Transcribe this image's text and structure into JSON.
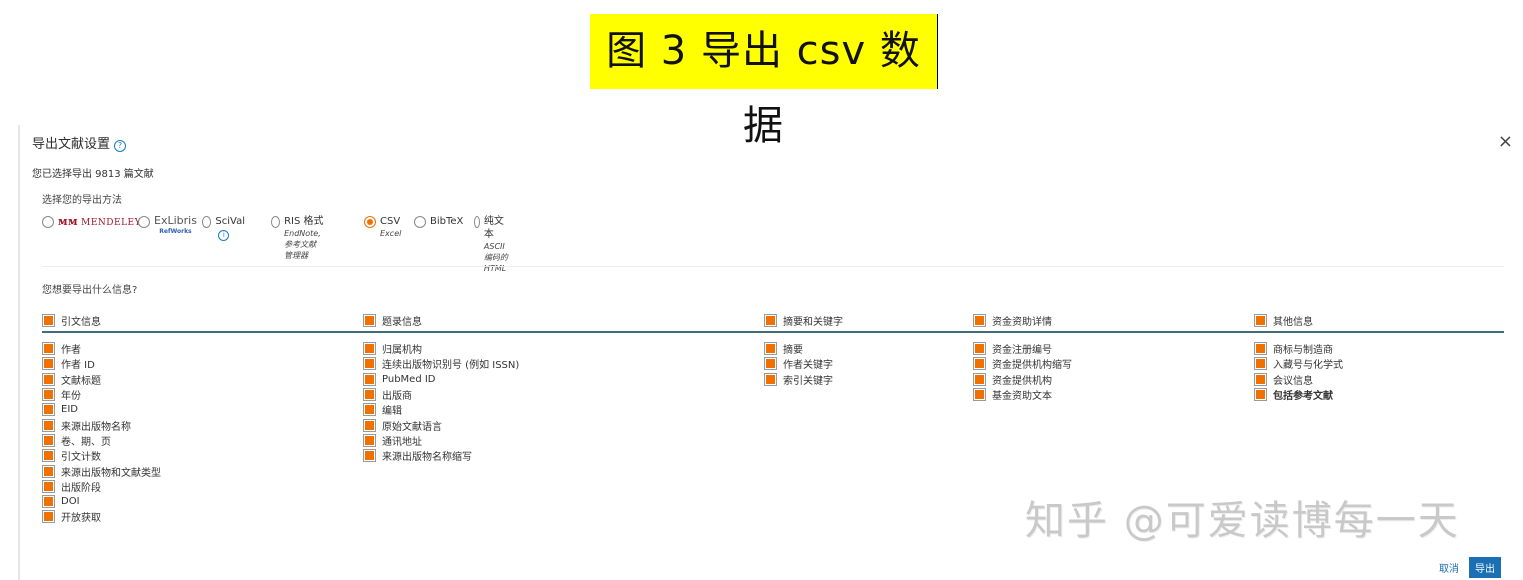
{
  "caption": {
    "text": "图 3 导出 csv 数据",
    "highlight_color": "#ffff00"
  },
  "dialog": {
    "title": "导出文献设置",
    "help_icon": "?",
    "close_icon": "×",
    "selected_count_text": "您已选择导出 9813 篇文献",
    "method_label": "选择您的导出方法",
    "methods": [
      {
        "id": "mendeley",
        "label": "MENDELEY",
        "logo": "ᴍ",
        "selected": false
      },
      {
        "id": "exlibris",
        "label": "ExLibris",
        "sub": "RefWorks",
        "selected": false
      },
      {
        "id": "scival",
        "label": "SciVal",
        "info_icon": "i",
        "selected": false
      },
      {
        "id": "ris",
        "label": "RIS 格式",
        "sub1": "EndNote,",
        "sub2": "参考文献管理器",
        "selected": false
      },
      {
        "id": "csv",
        "label": "CSV",
        "sub": "Excel",
        "selected": true
      },
      {
        "id": "bibtex",
        "label": "BibTeX",
        "selected": false
      },
      {
        "id": "text",
        "label": "纯文本",
        "sub": "ASCII 编码的 HTML",
        "selected": false
      }
    ],
    "what_label": "您想要导出什么信息?",
    "categories": [
      {
        "header": "引文信息",
        "items": [
          "作者",
          "作者 ID",
          "文献标题",
          "年份",
          "EID",
          "来源出版物名称",
          "卷、期、页",
          "引文计数",
          "来源出版物和文献类型",
          "出版阶段",
          "DOI",
          "开放获取"
        ]
      },
      {
        "header": "题录信息",
        "items": [
          "归属机构",
          "连续出版物识别号 (例如 ISSN)",
          "PubMed ID",
          "出版商",
          "编辑",
          "原始文献语言",
          "通讯地址",
          "来源出版物名称缩写"
        ]
      },
      {
        "header": "摘要和关键字",
        "items": [
          "摘要",
          "作者关键字",
          "索引关键字"
        ]
      },
      {
        "header": "资金资助详情",
        "items": [
          "资金注册编号",
          "资金提供机构缩写",
          "资金提供机构",
          "基金资助文本"
        ]
      },
      {
        "header": "其他信息",
        "items": [
          "商标与制造商",
          "入藏号与化学式",
          "会议信息",
          "包括参考文献"
        ]
      }
    ],
    "cancel_label": "取消",
    "export_label": "导出"
  },
  "watermark": "知乎 @可爱读博每一天",
  "colors": {
    "accent_orange": "#f07000",
    "primary_blue": "#1b6fb3",
    "divider_teal": "#3d6e7c"
  }
}
